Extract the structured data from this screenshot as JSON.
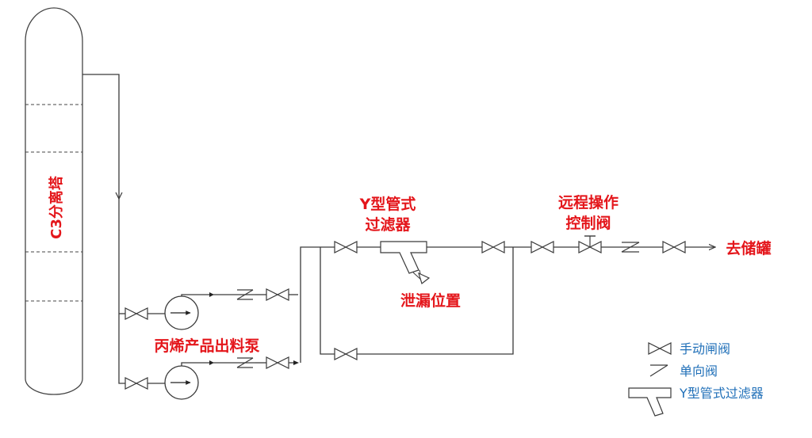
{
  "tower": {
    "label": "C3分离塔"
  },
  "labels": {
    "pump": "丙烯产品出料泵",
    "filter_line1": "Y型管式",
    "filter_line2": "过滤器",
    "leak": "泄漏位置",
    "control_line1": "远程操作",
    "control_line2": "控制阀",
    "destination": "去储罐"
  },
  "legend": {
    "gate_valve": "手动闸阀",
    "check_valve": "单向阀",
    "y_filter": "Y型管式过滤器"
  },
  "colors": {
    "label_red": "#e4161b",
    "legend_blue": "#1f6fb8",
    "line": "#3a3a3a"
  }
}
